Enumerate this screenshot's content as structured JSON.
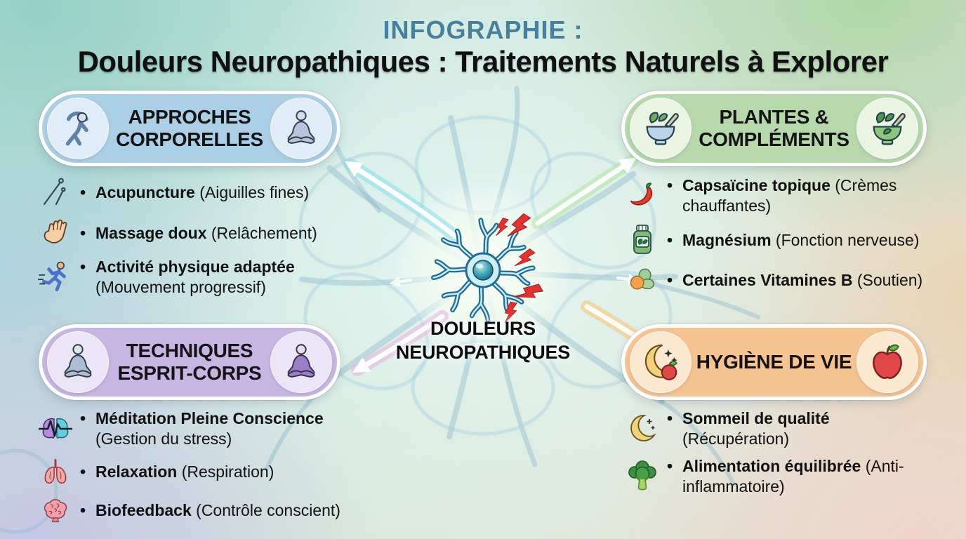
{
  "header": {
    "kicker": "INFOGRAPHIE :",
    "title": "Douleurs Neuropathiques : Traitements Naturels à Explorer"
  },
  "center": {
    "line1": "DOULEURS",
    "line2": "NEUROPATHIQUES"
  },
  "colors": {
    "kicker_blue": "#47809f",
    "corporelles_fill": "#abd0e5",
    "plantes_fill": "#b6d9ab",
    "esprit_fill": "#c8b6e2",
    "hygiene_fill": "#f5c491",
    "bolt_red": "#e53030",
    "arrow_top_left_halo": "#9fe4ef",
    "arrow_top_right_halo": "#b9e8a8",
    "arrow_bottom_left_halo": "#edbfe4",
    "arrow_bottom_right_halo": "#f8cf8f"
  },
  "sections": [
    {
      "id": "approches-corporelles",
      "title": "APPROCHES CORPORELLES",
      "left_icon": "stretching-person-icon",
      "right_icon": "meditating-person-icon",
      "items": [
        {
          "icon": "acupuncture-needles-icon",
          "bullet": "•",
          "name": "Acupuncture",
          "detail": "(Aiguilles fines)"
        },
        {
          "icon": "massage-hand-icon",
          "bullet": "•",
          "name": "Massage doux",
          "detail": "(Relâchement)"
        },
        {
          "icon": "runner-icon",
          "bullet": "•",
          "name": "Activité physique adaptée",
          "detail": "(Mouvement progressif)"
        }
      ]
    },
    {
      "id": "plantes-complements",
      "title": "PLANTES & COMPLÉMENTS",
      "left_icon": "mortar-pestle-icon",
      "right_icon": "mortar-pestle-icon",
      "items": [
        {
          "icon": "chili-pepper-icon",
          "bullet": "•",
          "name": "Capsaïcine topique",
          "detail": "(Crèmes chauffantes)"
        },
        {
          "icon": "supplement-bottle-icon",
          "bullet": "•",
          "name": "Magnésium",
          "detail": "(Fonction nerveuse)"
        },
        {
          "icon": "pills-icon",
          "bullet": "•",
          "name": "Certaines Vitamines B",
          "detail": "(Soutien)"
        }
      ]
    },
    {
      "id": "techniques-esprit-corps",
      "title": "TECHNIQUES ESPRIT-CORPS",
      "left_icon": "meditating-person-icon",
      "right_icon": "meditating-person-icon",
      "items": [
        {
          "icon": "brain-wave-icon",
          "bullet": "•",
          "name": "Méditation Pleine Conscience",
          "detail": "(Gestion du stress)"
        },
        {
          "icon": "lungs-icon",
          "bullet": "•",
          "name": "Relaxation",
          "detail": "(Respiration)"
        },
        {
          "icon": "brain-icon",
          "bullet": "•",
          "name": "Biofeedback",
          "detail": "(Contrôle conscient)"
        }
      ]
    },
    {
      "id": "hygiene-de-vie",
      "title": "HYGIÈNE DE VIE",
      "left_icon": "moon-apple-icon",
      "right_icon": "apple-icon",
      "items": [
        {
          "icon": "moon-sparkles-icon",
          "bullet": "•",
          "name": "Sommeil de qualité",
          "detail": "(Récupération)"
        },
        {
          "icon": "broccoli-icon",
          "bullet": "•",
          "name": "Alimentation équilibrée",
          "detail": "(Anti-inflammatoire)"
        }
      ]
    }
  ]
}
